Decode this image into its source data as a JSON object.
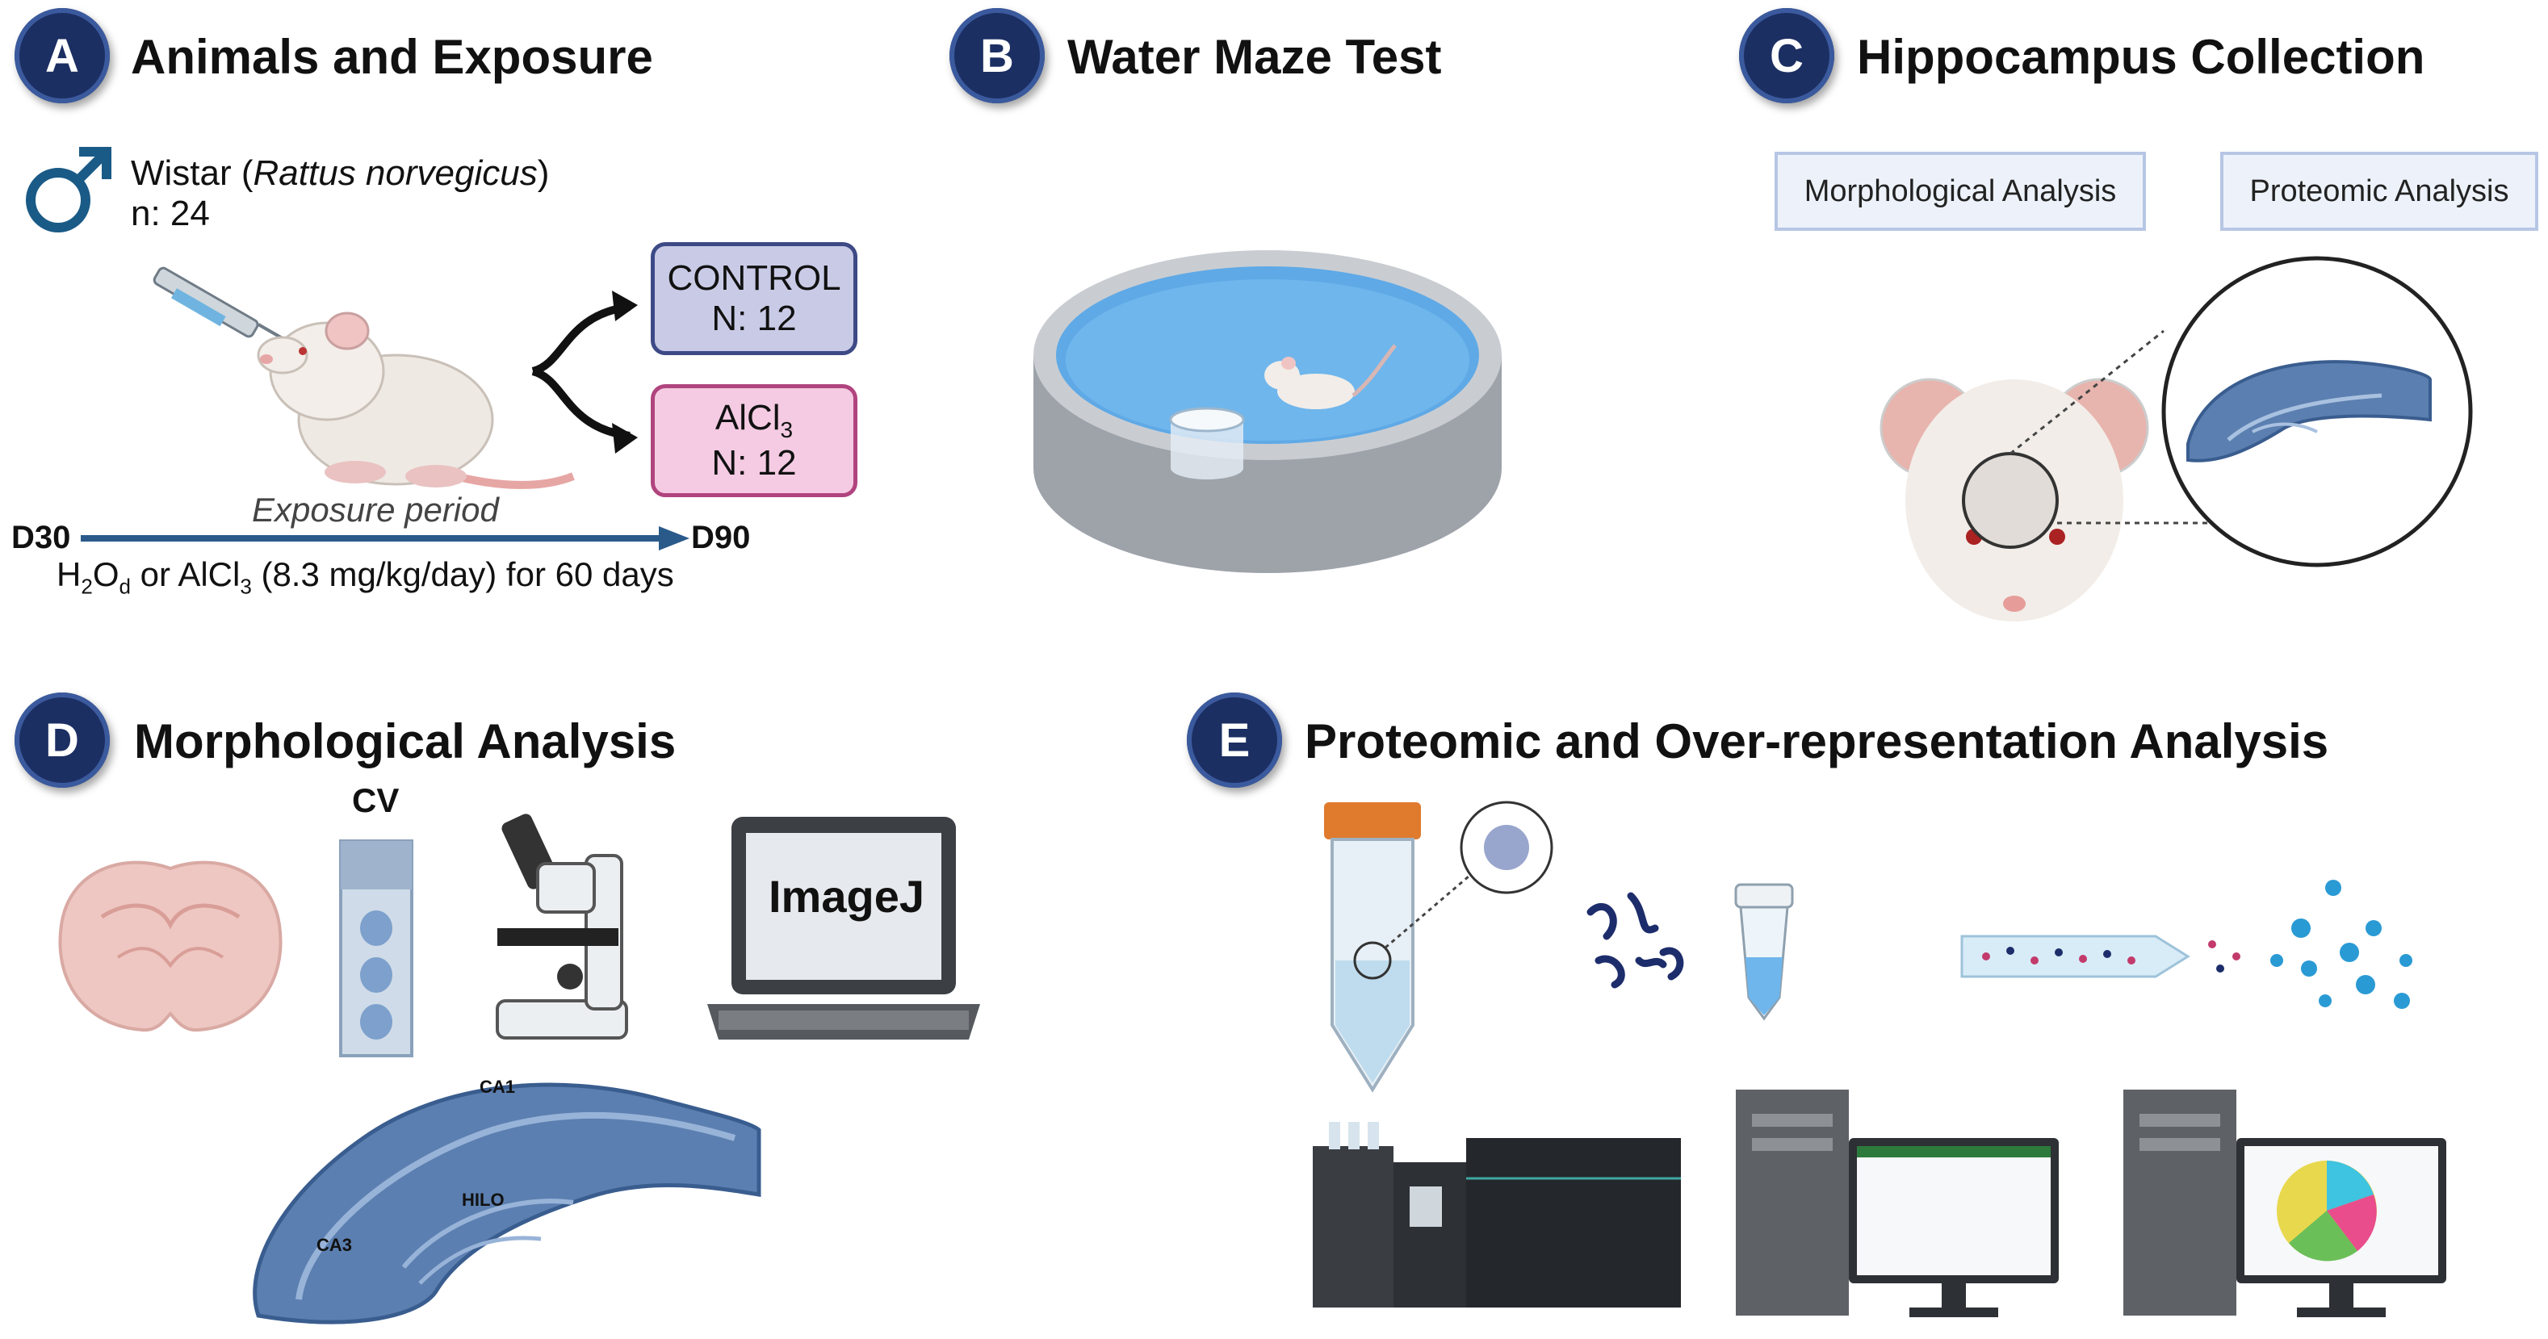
{
  "colors": {
    "badge": "#1c2f63",
    "arrow": "#2a5a8a",
    "control_fill": "#c9cbe6",
    "control_border": "#3d4a86",
    "alcl_fill": "#f4cbe2",
    "alcl_border": "#b0447e",
    "hippocampus": "#5b7fb0",
    "water": "#5fa9e6"
  },
  "panel_a": {
    "badge": "A",
    "title": "Animals and Exposure",
    "strain_prefix": "Wistar (",
    "strain_italic": "Rattus norvegicus",
    "strain_suffix": ")",
    "n_total": "n: 24",
    "control_line1": "CONTROL",
    "control_line2": "N: 12",
    "alcl_line1_base": "AlCl",
    "alcl_line1_sub": "3",
    "alcl_line2": "N: 12",
    "exposure_label": "Exposure period",
    "start_day": "D30",
    "end_day": "D90",
    "dose_h": "H",
    "dose_h_sub1": "2",
    "dose_o": "O",
    "dose_h_sub2": "d",
    "dose_or": " or AlCl",
    "dose_al_sub": "3",
    "dose_rest": " (8.3 mg/kg/day) for 60 days"
  },
  "panel_b": {
    "badge": "B",
    "title": "Water Maze Test"
  },
  "panel_c": {
    "badge": "C",
    "title": "Hippocampus Collection",
    "label_morph": "Morphological Analysis",
    "label_prot": "Proteomic Analysis"
  },
  "panel_d": {
    "badge": "D",
    "title": "Morphological Analysis",
    "cv_label": "CV",
    "laptop_label": "ImageJ",
    "region_ca1": "CA1",
    "region_hilo": "HILO",
    "region_ca3": "CA3"
  },
  "panel_e": {
    "badge": "E",
    "title": "Proteomic and Over-representation Analysis"
  }
}
